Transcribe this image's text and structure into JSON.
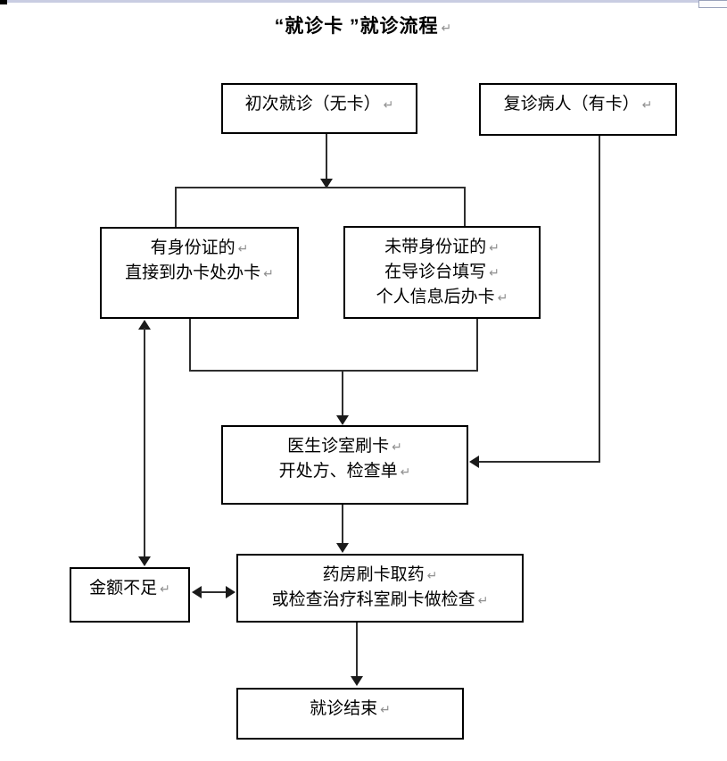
{
  "title": {
    "text": "“就诊卡 ”就诊流程"
  },
  "return_mark": "↵",
  "colors": {
    "box_border": "#000000",
    "connector": "#2e2e2e",
    "return_mark": "#8f8f8f",
    "top_strip": "#c9cde2"
  },
  "boxes": {
    "first_visit": {
      "lines": [
        "初次就诊（无卡）"
      ]
    },
    "return_patient": {
      "lines": [
        "复诊病人（有卡）"
      ]
    },
    "with_id": {
      "lines": [
        "有身份证的",
        "直接到办卡处办卡"
      ]
    },
    "without_id": {
      "lines": [
        "未带身份证的",
        "在导诊台填写",
        "个人信息后办卡"
      ]
    },
    "doctor_room": {
      "lines": [
        "医生诊室刷卡",
        "开处方、检查单"
      ]
    },
    "insufficient": {
      "lines": [
        "金额不足"
      ]
    },
    "pharmacy": {
      "lines": [
        "药房刷卡取药",
        "或检查治疗科室刷卡做检查"
      ]
    },
    "visit_end": {
      "lines": [
        "就诊结束"
      ]
    }
  }
}
